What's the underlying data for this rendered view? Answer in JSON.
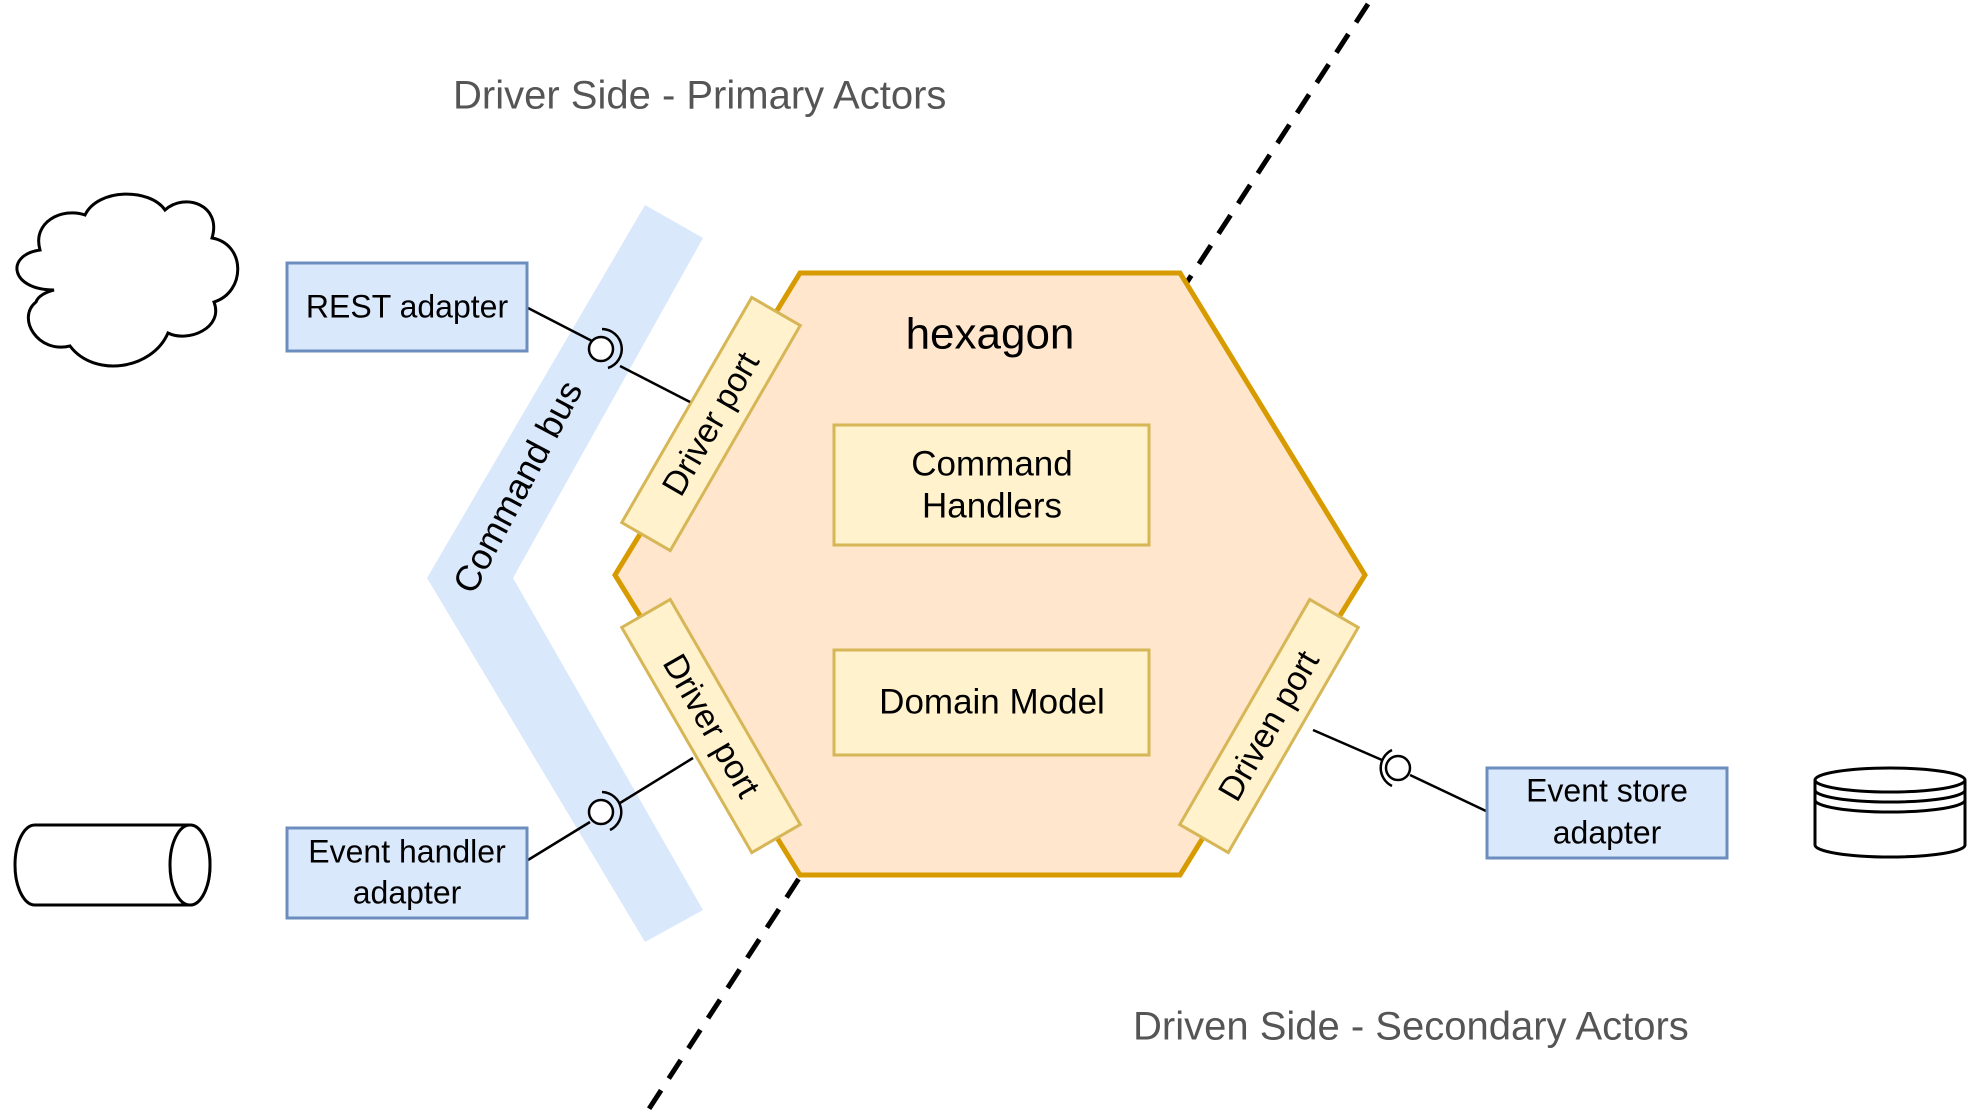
{
  "captions": {
    "driver_side": "Driver Side - Primary Actors",
    "driven_side": "Driven Side - Secondary Actors"
  },
  "hexagon": {
    "title": "hexagon",
    "command_handlers": [
      "Command",
      "Handlers"
    ],
    "domain_model": "Domain Model"
  },
  "command_bus": {
    "label": "Command bus"
  },
  "ports": {
    "driver_port_top": "Driver port",
    "driver_port_bottom": "Driver port",
    "driven_port": "Driven port"
  },
  "adapters": {
    "rest": "REST adapter",
    "event_handler": [
      "Event handler",
      "adapter"
    ],
    "event_store": [
      "Event store",
      "adapter"
    ]
  },
  "actors": {
    "top_left": "cloud-icon",
    "bottom_left": "cylinder-icon",
    "right": "database-icon"
  },
  "colors": {
    "hexagon_fill": "#FFE6CC",
    "hexagon_stroke": "#D79B00",
    "inner_fill": "#FFF2CC",
    "inner_stroke": "#D6B656",
    "adapter_fill": "#DAE8FC",
    "adapter_stroke": "#6C8EBF",
    "bus_fill": "#DAE8FC",
    "caption_text": "#555555"
  }
}
